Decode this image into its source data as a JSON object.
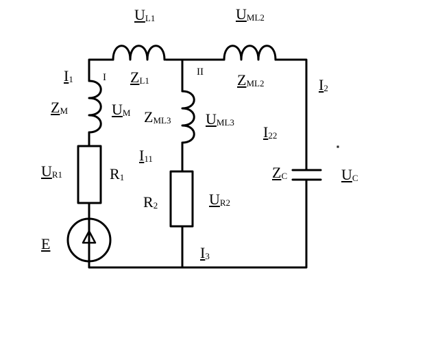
{
  "labels": {
    "UL1": {
      "main": "U",
      "sub": "L1"
    },
    "UML2": {
      "main": "U",
      "sub": "ML2"
    },
    "I1": {
      "main": "I",
      "sub": "1"
    },
    "nodeI": "I",
    "ZL1": {
      "main": "Z",
      "sub": "L1"
    },
    "nodeII": "II",
    "ZML2": {
      "main": "Z",
      "sub": "ML2"
    },
    "I2": {
      "main": "I",
      "sub": "2"
    },
    "ZM": {
      "main": "Z",
      "sub": "M"
    },
    "UM": {
      "main": "U",
      "sub": "M"
    },
    "ZML3": {
      "main": "Z",
      "sub": "ML3"
    },
    "UML3": {
      "main": "U",
      "sub": "ML3"
    },
    "I22": {
      "main": "I",
      "sub": "22"
    },
    "I11": {
      "main": "I",
      "sub": "11"
    },
    "UR1": {
      "main": "U",
      "sub": "R1"
    },
    "R1": {
      "main": "R",
      "sub": "1"
    },
    "ZC": {
      "main": "Z",
      "sub": "C"
    },
    "UC": {
      "main": "U",
      "sub": "C"
    },
    "R2": {
      "main": "R",
      "sub": "2"
    },
    "UR2": {
      "main": "U",
      "sub": "R2"
    },
    "E": {
      "main": "E",
      "sub": ""
    },
    "I3": {
      "main": "I",
      "sub": "3"
    }
  }
}
